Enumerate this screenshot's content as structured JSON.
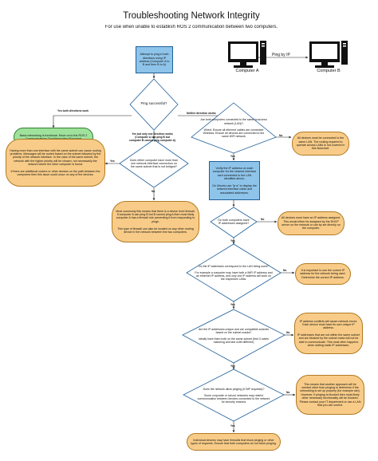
{
  "header": {
    "title": "Troubleshooting Network Integrity",
    "subtitle": "For use when unable to establish ROS 2 communication between two computers."
  },
  "computers": {
    "a_label": "Computer A",
    "b_label": "Computer B",
    "ping_label": "Ping by IP"
  },
  "nodes": {
    "start": "Attempt to ping in both directions using IP address (Computer A to B and then B to A)",
    "d_ping": "Ping successful?",
    "basic_ok": "Basic networking is functional. Move on to the ROS 2 Communications Troubleshooting Flowchart",
    "d_same_lan": "Are both computers connected to the same local area network (LAN)?\n\nWired: Ensure all ethernet cables are connected\nWireless: Ensure all devices are connected to the same WiFi network",
    "lan_note": "All devices must be connected to the same LAN. The routing required to operate across LANs is not covered in this flowchart.",
    "firewall_note": "Having more than one interface with the same subnet can cause routing problems. Messages will be routed based on the subnet followed by the priority of the network interface. In the case of the same subnet, the network with the higher priority will be chosen, not necessarily the network where the other computer is found.\n\nIf there are additional routers or other devices on the path between the computers then this issue could occur on any of the devices.",
    "d_other_iface": "Does either computer have more than one network interface connection on the same subnet that is not bridged?",
    "verify_ip": "Verify the IP address on each computer for the network interface card connected to the LAN identified above.\n\nOn Ubuntu use \"ip a\" to display the network interface cards and associated addresses.",
    "one_way_note": "Most commonly this means that there is a device level firewall. If computer A can ping B but B cannot ping A then most likely computer A has a firewall rule preventing it from responding to pings.\n\nThis type of firewall can also be located on any other routing device in the network between the two computers.",
    "d_have_ip": "Do both computers have IP addresses assigned?",
    "assign_note": "All devices must have an IP address assigned. This would either be assigned by the DHCP server on the network or can by set directly on the computer.",
    "d_correspond": "Do the IP addresses correspond to the LAN being used?\n\nFor example a computer may have both a WiFi IP address and an ethernet IP address, and only one IP address will work on the respective LANs.",
    "correspond_note": "It is important to use the correct IP address for the network being used. Determine the correct IP address.",
    "d_unique": "Are the IP addresses unique and are compatible subnets based on the subnet masks?\n\nIdeally have them both on the same subnet (first 3 octets matching and last octet different)",
    "unique_note": "IP address conflicts will cause network errors. Each device must have its own unique IP address.\n\nIP addresses that are not within the same subnet and are blocked by the subnet mask will not be able to communicate. This most often happens when setting static IP addresses.",
    "d_icmp": "Does the network allow pinging (ICMP requests)?\n\nSome corporate or school networks may restrict communication between devices connected to the network for security reasons",
    "icmp_note": "This means that another approach will be needed other than pinging to determine if the networking is set up properly (for example ssh). However, if pinging is blocked then most likely other necessary functionality will be blocked. Please contact your IT department or use a LAN that you can control.",
    "end_note": "Individual devices may have firewalls that block pinging or other types of requests. Ensure that both computers do not block pinging."
  },
  "edge_labels": {
    "yes_both": "Yes both directions work",
    "yes_one": "Yes but only one direction works\n(Computer A can ping B but\ncomputer B cannot ping computer A)",
    "neither": "Neither direction works",
    "yes": "Yes",
    "no": "No"
  },
  "colors": {
    "process": "#8ec4ea",
    "terminal_issue": "#f8cc88",
    "terminal_ok": "#9fe29c",
    "decision_stroke": "#1f5f99",
    "line": "#222222"
  }
}
